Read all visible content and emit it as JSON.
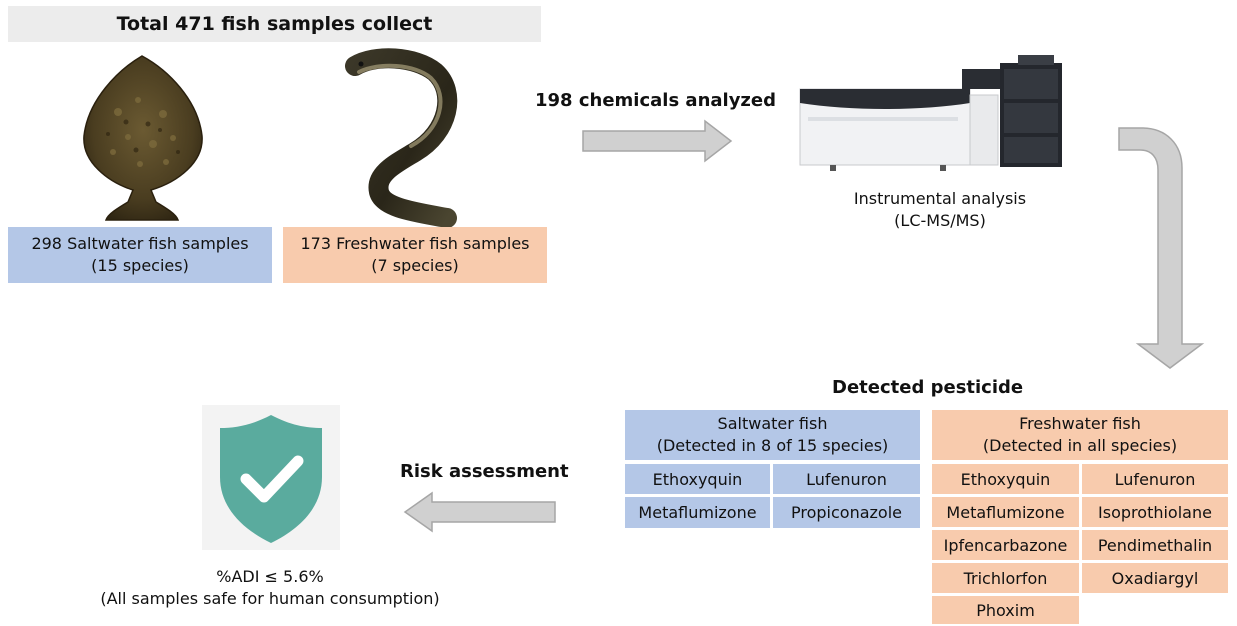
{
  "header": {
    "title": "Total 471 fish samples collect"
  },
  "collection": {
    "saltwater_line1": "298 Saltwater fish samples",
    "saltwater_line2": "(15 species)",
    "freshwater_line1": "173 Freshwater fish samples",
    "freshwater_line2": "(7 species)"
  },
  "analysis": {
    "arrow_label": "198 chemicals analyzed",
    "caption_line1": "Instrumental analysis",
    "caption_line2": "(LC-MS/MS)"
  },
  "detected": {
    "title": "Detected pesticide",
    "saltwater": {
      "header_line1": "Saltwater fish",
      "header_line2": "(Detected in 8 of 15 species)",
      "items": [
        "Ethoxyquin",
        "Lufenuron",
        "Metaflumizone",
        "Propiconazole"
      ]
    },
    "freshwater": {
      "header_line1": "Freshwater fish",
      "header_line2": "(Detected in all species)",
      "items": [
        "Ethoxyquin",
        "Lufenuron",
        "Metaflumizone",
        "Isoprothiolane",
        "Ipfencarbazone",
        "Pendimethalin",
        "Trichlorfon",
        "Oxadiargyl",
        "Phoxim"
      ]
    }
  },
  "risk": {
    "arrow_label": "Risk assessment",
    "result_line1": "%ADI ≤ 5.6%",
    "result_line2": "(All samples safe for human consumption)"
  },
  "colors": {
    "saltwater": "#b4c7e7",
    "freshwater": "#f8cbad",
    "arrow": "#d0d0d0",
    "shield": "#5aab9e"
  }
}
